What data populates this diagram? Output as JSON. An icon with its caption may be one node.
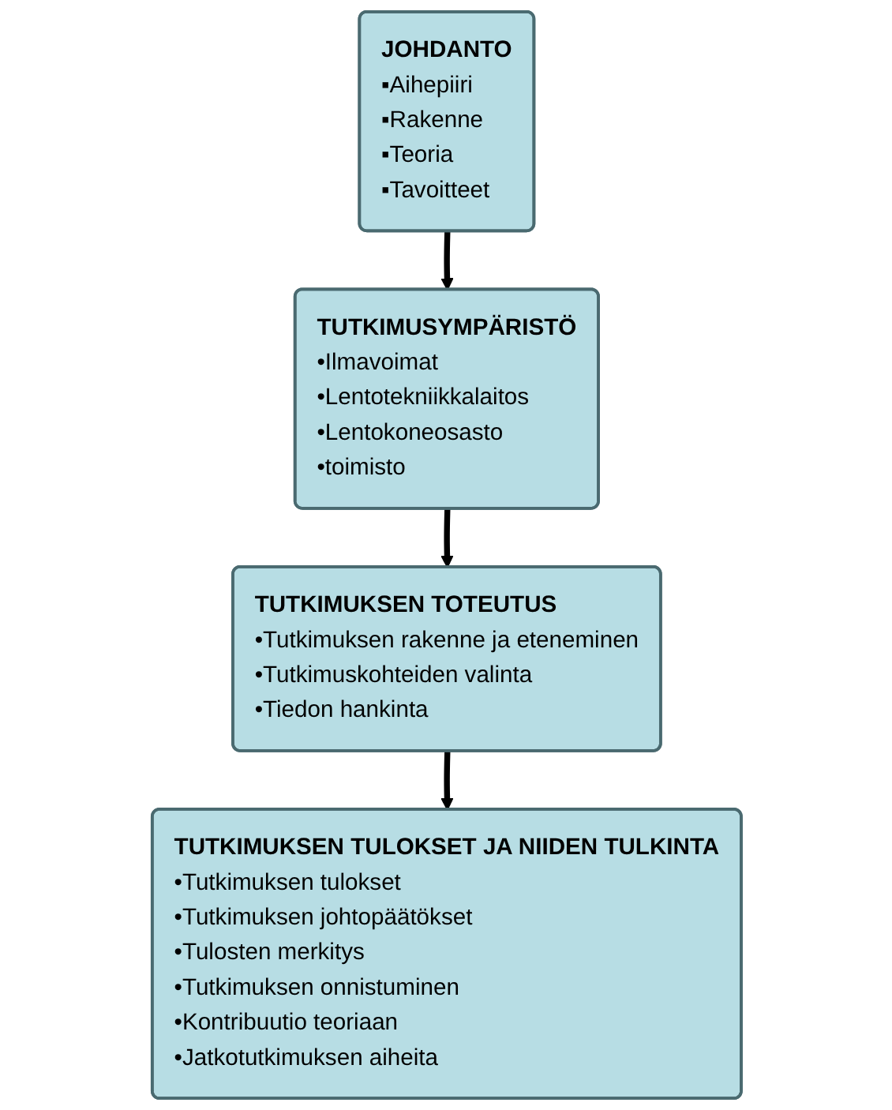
{
  "diagram": {
    "nodes": [
      {
        "text": [
          "JOHDANTO",
          "▪Aihepiiri",
          "▪Rakenne",
          "▪Teoria",
          "▪Tavoitteet"
        ]
      },
      {
        "text": [
          "TUTKIMUSYMPÄRISTÖ",
          "•Ilmavoimat",
          "•Lentotekniikkalaitos",
          "•Lentokoneosasto",
          "•toimisto"
        ]
      },
      {
        "text": [
          "TUTKIMUKSEN TOTEUTUS",
          "•Tutkimuksen rakenne ja eteneminen",
          "•Tutkimuskohteiden valinta",
          "•Tiedon hankinta"
        ]
      },
      {
        "text": [
          "TUTKIMUKSEN TULOKSET JA NIIDEN TULKINTA",
          "•Tutkimuksen tulokset",
          "•Tutkimuksen johtopäätökset",
          "•Tulosten merkitys",
          "•Tutkimuksen onnistuminen",
          "•Kontribuutio teoriaan",
          "•Jatkotutkimuksen aiheita"
        ]
      }
    ],
    "edges": [
      {
        "from": 0,
        "to": 1,
        "arrow": "to"
      },
      {
        "from": 1,
        "to": 2,
        "arrow": "to"
      },
      {
        "from": 2,
        "to": 3,
        "arrow": "to"
      }
    ]
  }
}
